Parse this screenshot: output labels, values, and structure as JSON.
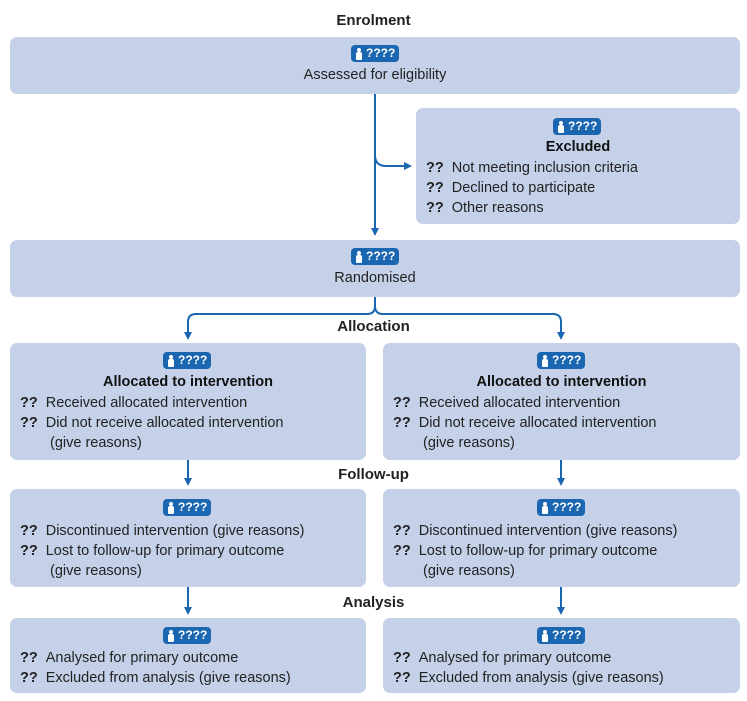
{
  "stages": {
    "enrolment": "Enrolment",
    "allocation": "Allocation",
    "followup": "Follow-up",
    "analysis": "Analysis"
  },
  "badge_text": "????",
  "bullet_marker": "??",
  "assessed": {
    "label": "Assessed for eligibility"
  },
  "excluded": {
    "title": "Excluded",
    "items": [
      "Not meeting inclusion criteria",
      "Declined to participate",
      "Other reasons"
    ]
  },
  "randomised": {
    "label": "Randomised"
  },
  "allocated_left": {
    "title": "Allocated to intervention",
    "items": [
      "Received allocated intervention",
      "Did not receive allocated intervention"
    ],
    "continuation": "(give reasons)"
  },
  "allocated_right": {
    "title": "Allocated to intervention",
    "items": [
      "Received allocated intervention",
      "Did not receive allocated intervention"
    ],
    "continuation": "(give reasons)"
  },
  "followup_left": {
    "items": [
      "Discontinued intervention (give reasons)",
      "Lost to follow-up for primary outcome"
    ],
    "continuation": "(give reasons)"
  },
  "followup_right": {
    "items": [
      "Discontinued intervention (give reasons)",
      "Lost to follow-up for primary outcome"
    ],
    "continuation": "(give reasons)"
  },
  "analysis_left": {
    "items": [
      "Analysed for primary outcome",
      "Excluded from analysis (give reasons)"
    ]
  },
  "analysis_right": {
    "items": [
      "Analysed for primary outcome",
      "Excluded from analysis (give reasons)"
    ]
  },
  "colors": {
    "box": "#c5d1e9",
    "badge": "#1b66b1",
    "arrow": "#1b66b1"
  }
}
